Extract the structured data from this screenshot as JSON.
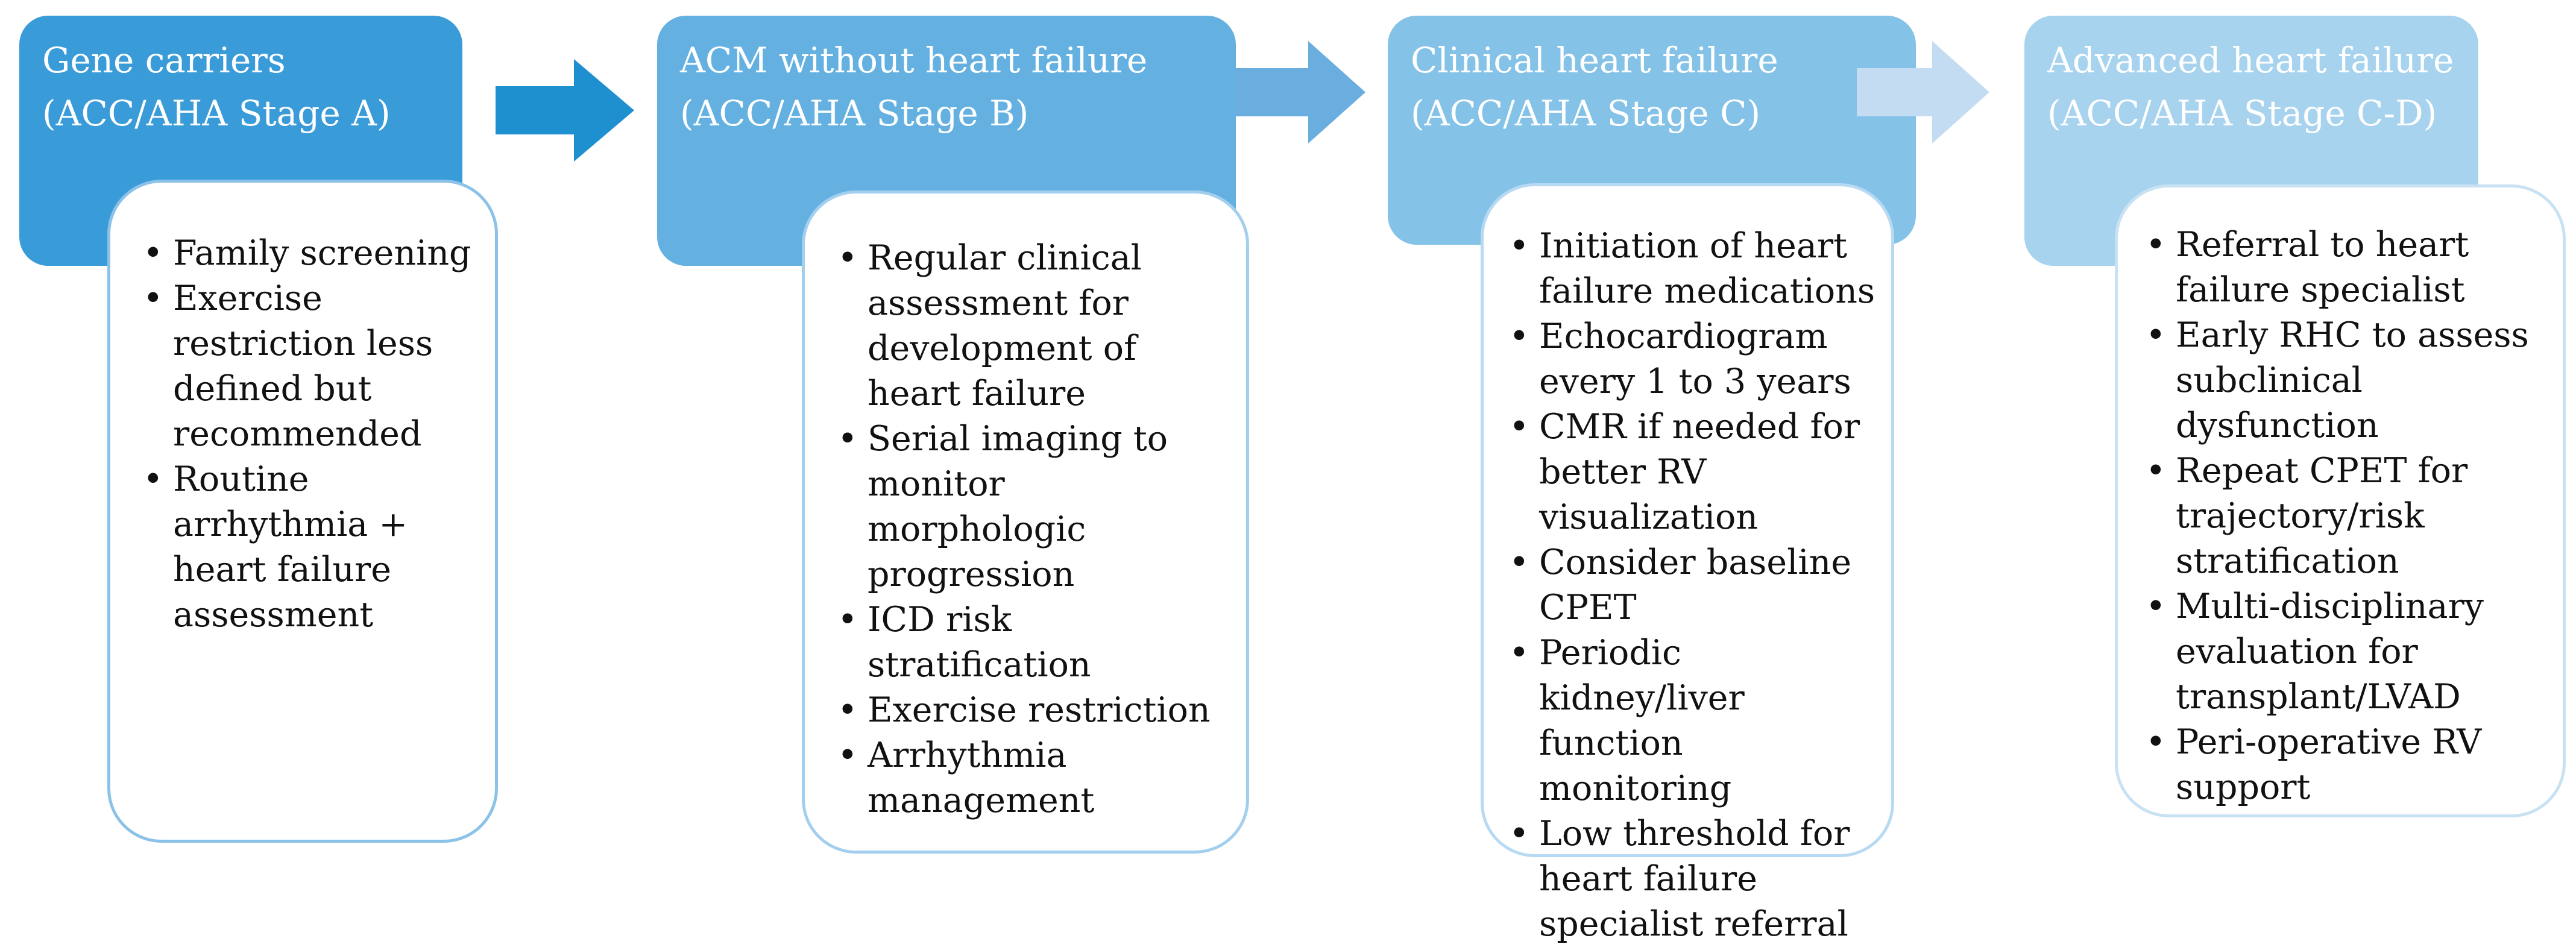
{
  "stages": [
    {
      "title": "Gene carriers",
      "subtitle": "(ACC/AHA Stage A)",
      "header_color": "#3a9bd9",
      "border_color": "#8cc2e8",
      "items": [
        "Family screening",
        "Exercise restriction less defined but recommended",
        "Routine arrhythmia + heart failure assessment"
      ]
    },
    {
      "title": "ACM without heart failure",
      "subtitle": "(ACC/AHA Stage B)",
      "header_color": "#64b1e1",
      "border_color": "#a3cfee",
      "items": [
        "Regular clinical assessment for development of heart failure",
        "Serial imaging to monitor morphologic progression",
        "ICD risk stratification",
        "Exercise restriction",
        "Arrhythmia management"
      ]
    },
    {
      "title": "Clinical heart failure",
      "subtitle": "(ACC/AHA Stage C)",
      "header_color": "#85c2e7",
      "border_color": "#b7daf2",
      "items": [
        "Initiation of heart failure medications",
        "Echocardiogram every 1 to 3 years",
        "CMR if needed for better RV visualization",
        "Consider baseline CPET",
        "Periodic kidney/liver function monitoring",
        "Low threshold for heart failure specialist referral"
      ]
    },
    {
      "title": "Advanced heart failure",
      "subtitle": "(ACC/AHA Stage C-D)",
      "header_color": "#a7d3ef",
      "border_color": "#c8e2f4",
      "items": [
        "Referral to heart failure specialist",
        "Early RHC to assess subclinical dysfunction",
        "Repeat CPET for trajectory/risk stratification",
        "Multi-disciplinary evaluation for transplant/LVAD",
        "Peri-operative RV support"
      ]
    }
  ],
  "arrow_colors": [
    "#1e90d0",
    "#6aaee0",
    "#c3dcf1"
  ],
  "bullet_glyph": "•"
}
